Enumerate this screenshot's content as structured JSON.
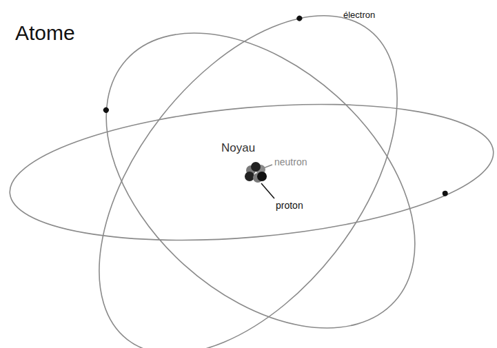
{
  "diagram": {
    "title": "Atome",
    "labels": [
      "électron",
      "Noyau",
      "neutron",
      "proton"
    ]
  }
}
